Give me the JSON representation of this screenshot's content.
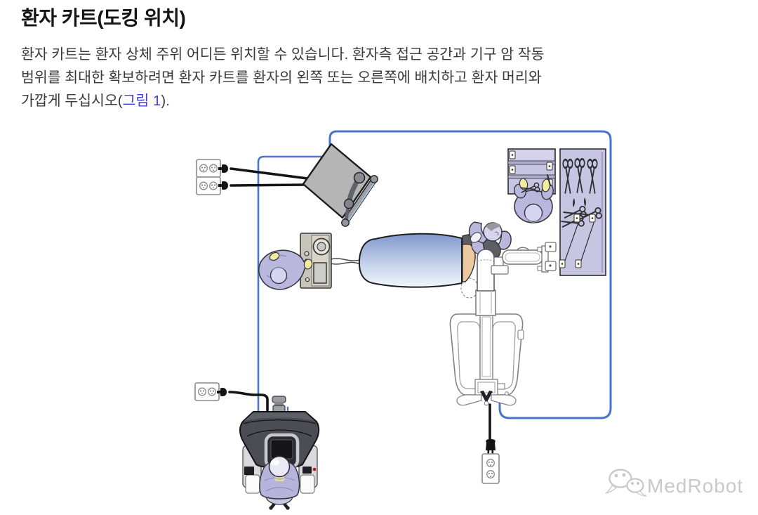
{
  "document": {
    "heading": "환자 카트(도킹 위치)",
    "paragraph": {
      "line1": "환자 카트는 환자 상체 주위 어디든 위치할 수 있습니다. 환자측 접근 공간과 기구 암 작동",
      "line2": "범위를 최대한 확보하려면 환자 카트를 환자의 왼쪽 또는 오른쪽에 배치하고 환자 머리와",
      "line3_before": "가깝게 두십시오(",
      "link_text": "그림 1",
      "line3_after": ")."
    },
    "link_color": "#3f3fe0"
  },
  "figure": {
    "type": "operating-room-layout-diagram",
    "colors": {
      "system_cable_blue": "#4a74c9",
      "power_cable_black": "#141414",
      "patient_drape_top": "#7f98cc",
      "patient_drape_bottom": "#f2f5fb",
      "staff_gown_purple": "#b9b7dd",
      "glove_yellow": "#f1ec9e",
      "instrument_table_lavender": "#c6c5e2",
      "skin_tan": "#ecc9a0",
      "console_gray": "#4c4c54",
      "vision_cart_gray": "#b5b5b5"
    },
    "components": [
      "double-wall-outlet-top-left",
      "wall-outlet-left",
      "wall-outlet-bottom",
      "vision-cart-with-monitor-arm",
      "anesthesia-machine",
      "anesthesiologist",
      "patient-on-operating-table",
      "assistant-at-patient-head",
      "scrub-nurse",
      "instrument-tray-table",
      "back-table-with-instruments",
      "patient-cart",
      "patient-cart-instrument-arm",
      "surgeon-console",
      "surgeon-on-stool",
      "blue-system-cables",
      "black-power-cables"
    ]
  },
  "watermark": {
    "text": "MedRobot",
    "icon": "wechat-logo-icon",
    "color": "#c9c9c9"
  }
}
